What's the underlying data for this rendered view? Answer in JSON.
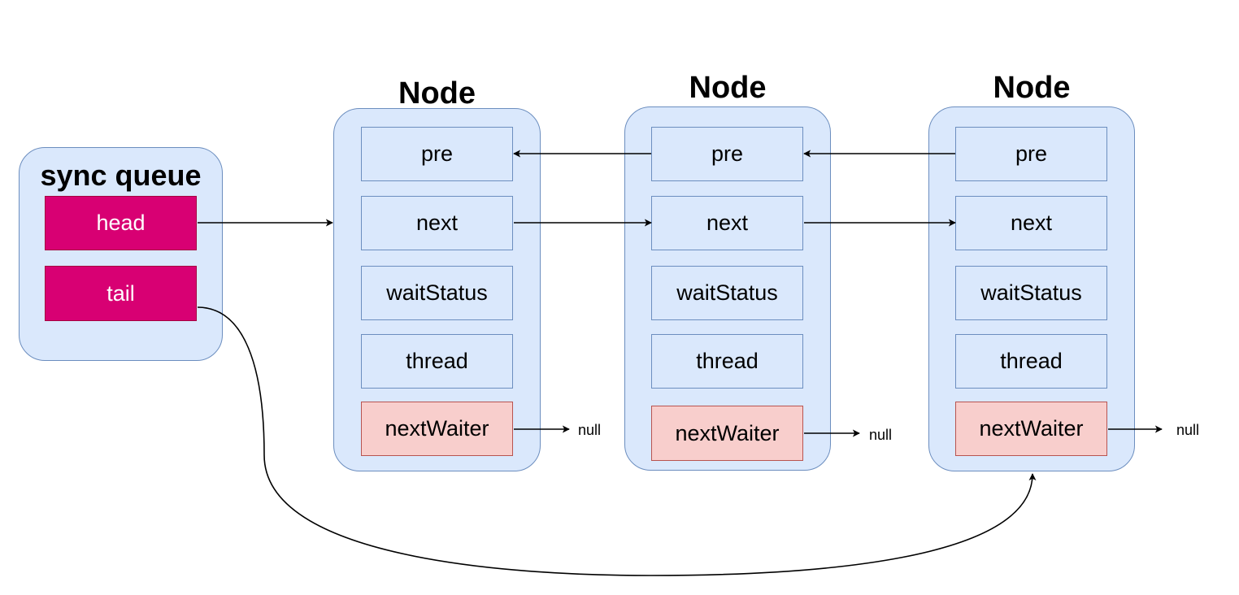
{
  "queue": {
    "title": "sync queue",
    "fields": [
      "head",
      "tail"
    ]
  },
  "nodes": [
    {
      "title": "Node",
      "fields": [
        "pre",
        "next",
        "waitStatus",
        "thread"
      ],
      "waiter": "nextWaiter",
      "waiter_target": "null"
    },
    {
      "title": "Node",
      "fields": [
        "pre",
        "next",
        "waitStatus",
        "thread"
      ],
      "waiter": "nextWaiter",
      "waiter_target": "null"
    },
    {
      "title": "Node",
      "fields": [
        "pre",
        "next",
        "waitStatus",
        "thread"
      ],
      "waiter": "nextWaiter",
      "waiter_target": "null"
    }
  ],
  "colors": {
    "node_fill": "#dae8fc",
    "node_stroke": "#6c8ebf",
    "queue_field_fill": "#d80073",
    "waiter_fill": "#f8cecc",
    "waiter_stroke": "#b85450"
  }
}
